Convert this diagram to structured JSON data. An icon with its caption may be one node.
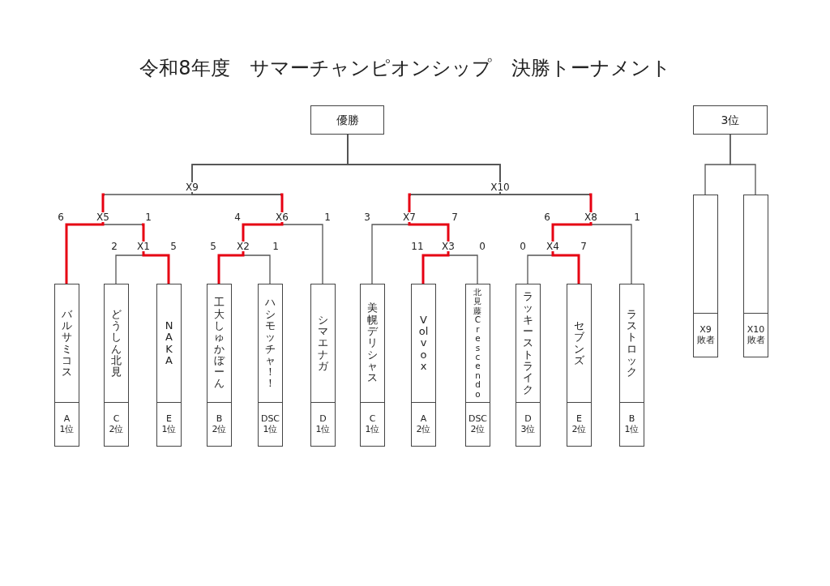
{
  "diagram": {
    "title": "令和8年度　サマーチャンピオンシップ　決勝トーナメント",
    "nodes": [
      {
        "text": [
          "優勝"
        ]
      },
      {
        "text": [
          "3位"
        ]
      },
      {
        "text": [
          "バルサミコス",
          "A 1位"
        ]
      },
      {
        "text": [
          "どうしん北見",
          "C 2位"
        ]
      },
      {
        "text": [
          "NAKA",
          "E 1位"
        ]
      },
      {
        "text": [
          "工大しゅかぼーん",
          "B 2位"
        ]
      },
      {
        "text": [
          "ハシモッチャ！！",
          "DSC 1位"
        ]
      },
      {
        "text": [
          "シマエナガ",
          "D 1位"
        ]
      },
      {
        "text": [
          "美幌デリシャス",
          "C 1位"
        ]
      },
      {
        "text": [
          "Volvox",
          "A 2位"
        ]
      },
      {
        "text": [
          "北見藤Crescendo",
          "DSC 2位"
        ]
      },
      {
        "text": [
          "ラッキーストライク",
          "D 3位"
        ]
      },
      {
        "text": [
          "セブンズ",
          "E 2位"
        ]
      },
      {
        "text": [
          "ラストロック",
          "B 1位"
        ]
      },
      {
        "text": [
          "X9 敗者"
        ]
      },
      {
        "text": [
          "X10 敗者"
        ]
      }
    ],
    "edges": [
      {
        "from": 2,
        "to": 0,
        "arrow": "none",
        "style": "thick",
        "color": "#e60012"
      },
      {
        "from": 3,
        "to": 0,
        "arrow": "none"
      },
      {
        "from": 4,
        "to": 0,
        "arrow": "none",
        "style": "thick",
        "color": "#e60012"
      },
      {
        "from": 5,
        "to": 0,
        "arrow": "none",
        "style": "thick",
        "color": "#e60012"
      },
      {
        "from": 6,
        "to": 0,
        "arrow": "none"
      },
      {
        "from": 7,
        "to": 0,
        "arrow": "none"
      },
      {
        "from": 8,
        "to": 0,
        "arrow": "none"
      },
      {
        "from": 9,
        "to": 0,
        "arrow": "none",
        "style": "thick",
        "color": "#e60012"
      },
      {
        "from": 10,
        "to": 0,
        "arrow": "none"
      },
      {
        "from": 11,
        "to": 0,
        "arrow": "none"
      },
      {
        "from": 12,
        "to": 0,
        "arrow": "none",
        "style": "thick",
        "color": "#e60012"
      },
      {
        "from": 13,
        "to": 0,
        "arrow": "none"
      },
      {
        "from": 14,
        "to": 1,
        "arrow": "none"
      },
      {
        "from": 15,
        "to": 1,
        "arrow": "none"
      }
    ],
    "labels": [
      "X9",
      "X10",
      "6",
      "X5",
      "1",
      "4",
      "X6",
      "1",
      "3",
      "X7",
      "7",
      "6",
      "X8",
      "1",
      "2",
      "X1",
      "5",
      "5",
      "X2",
      "1",
      "11",
      "X3",
      "0",
      "0",
      "X4",
      "7"
    ]
  }
}
